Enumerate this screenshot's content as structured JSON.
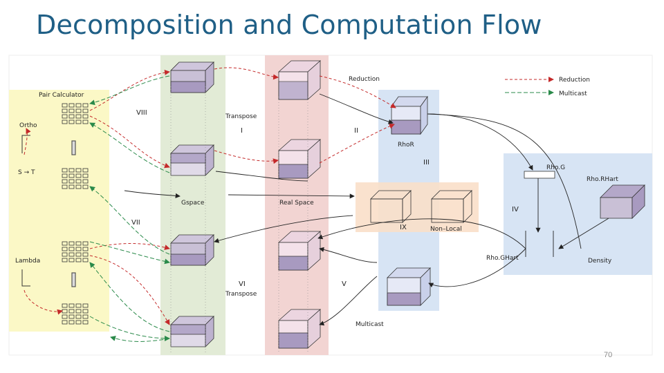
{
  "slide": {
    "title": "Decomposition and Computation Flow",
    "page_number": "70"
  },
  "legend": {
    "reduction": "Reduction",
    "multicast": "Multicast"
  },
  "labels": {
    "pair_calculator": "Pair Calculator",
    "ortho": "Ortho",
    "s_to_t": "S → T",
    "lambda": "Lambda",
    "gspace": "Gspace",
    "real_space": "Real Space",
    "transpose_top": "Transpose",
    "transpose_bottom": "Transpose",
    "reduction_top": "Reduction",
    "multicast_bottom": "Multicast",
    "rhor": "RhoR",
    "rhog": "Rho.G",
    "rhorhart": "Rho.RHart",
    "rhoghart": "Rho.GHart",
    "density": "Density",
    "non_local": "Non–Local"
  },
  "roman": {
    "i": "I",
    "ii": "II",
    "iii": "III",
    "iv": "IV",
    "v": "V",
    "vi": "VI",
    "vii": "VII",
    "viii": "VIII",
    "ix": "IX"
  },
  "colors": {
    "title": "#1f5f86",
    "yellow_panel": "#fbf8c6",
    "green_panel": "#e2ebd6",
    "red_panel": "#f2d4d2",
    "blue_panel": "#d7e4f4",
    "orange_panel": "#f9dfc9",
    "reduction_arrow": "#c42a2a",
    "multicast_arrow": "#2a8a4a",
    "cube_face": "#a89ac0"
  }
}
